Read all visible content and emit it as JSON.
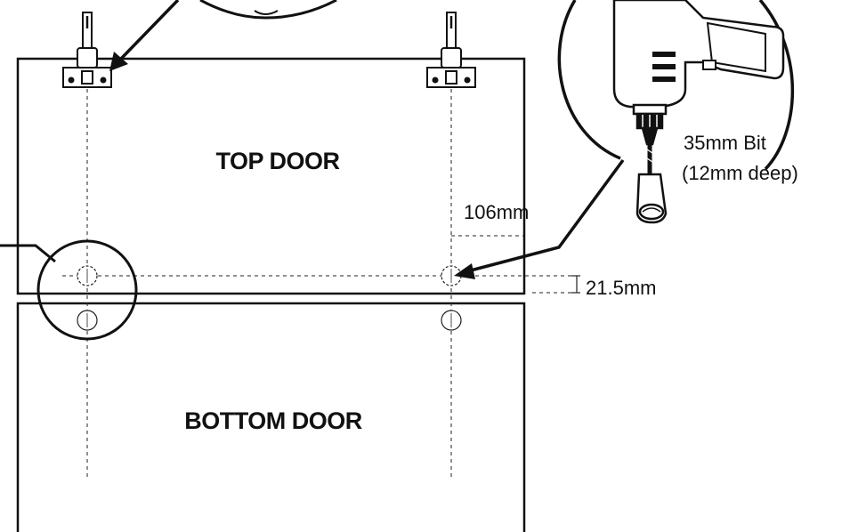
{
  "doors": {
    "top_label": "TOP DOOR",
    "bottom_label": "BOTTOM DOOR"
  },
  "dimensions": {
    "horizontal_offset": "106mm",
    "vertical_offset": "21.5mm"
  },
  "drill_bit": {
    "line1": "35mm Bit",
    "line2": "(12mm deep)"
  },
  "colors": {
    "ink": "#111111",
    "background": "#ffffff"
  }
}
